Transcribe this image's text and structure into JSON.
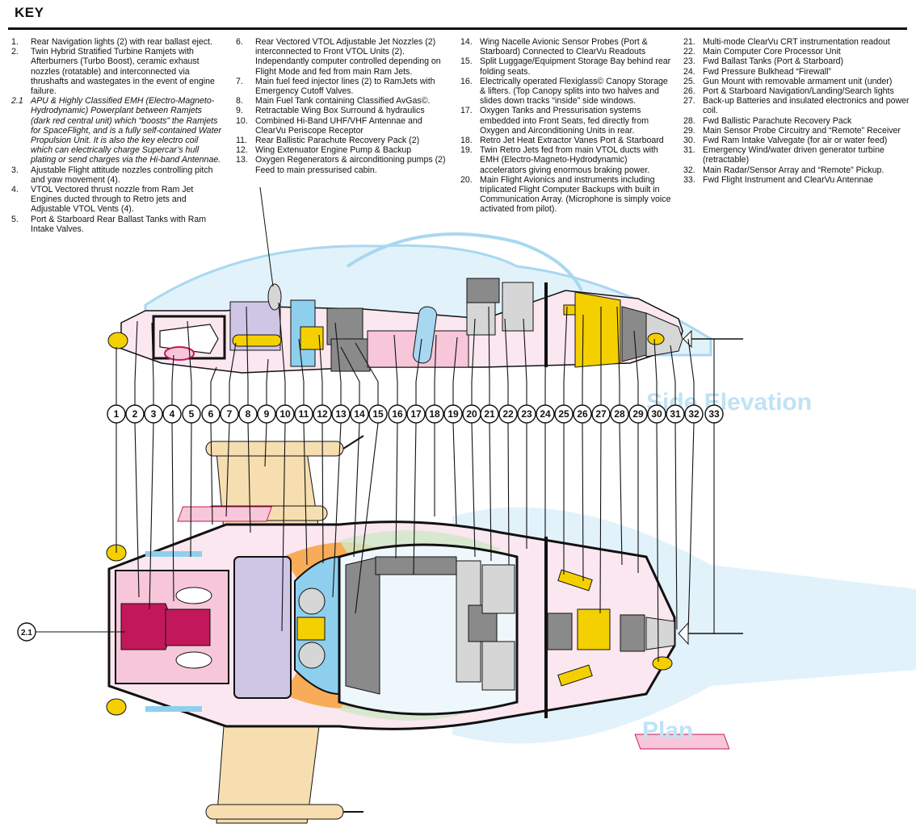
{
  "key": {
    "title": "KEY",
    "columns": [
      [
        {
          "num": "1.",
          "text": "Rear Navigation lights (2) with rear ballast eject."
        },
        {
          "num": "2.",
          "text": "Twin Hybrid Stratified Turbine Ramjets with Afterburners (Turbo Boost), ceramic exhaust nozzles (rotatable) and interconnected via thrushafts and wastegates in the event of engine failure."
        },
        {
          "num": "2.1",
          "text": "APU & Highly Classified EMH (Electro-Magneto-Hydrodynamic) Powerplant between Ramjets (dark red central unit) which “boosts” the Ramjets for SpaceFlight, and is a fully self-contained Water Propulsion Unit. It is also the key electro coil which can electrically charge Supercar’s hull plating or send charges via the Hi-band Antennae.",
          "italic": true
        },
        {
          "num": "3.",
          "text": "Ajustable Flight attitude nozzles controlling pitch and yaw movement (4)."
        },
        {
          "num": "4.",
          "text": "VTOL Vectored thrust nozzle from Ram Jet Engines ducted through to Retro jets and Adjustable VTOL Vents (4)."
        },
        {
          "num": "5.",
          "text": "Port & Starboard Rear Ballast Tanks with Ram Intake Valves."
        }
      ],
      [
        {
          "num": "6.",
          "text": "Rear Vectored VTOL Adjustable Jet Nozzles (2) interconnected to Front VTOL Units (2). Independantly computer controlled depending on Flight Mode and fed from main Ram Jets."
        },
        {
          "num": "7.",
          "text": "Main fuel feed injector lines (2) to RamJets with Emergency Cutoff Valves."
        },
        {
          "num": "8.",
          "text": "Main Fuel Tank containing Classified AvGas©."
        },
        {
          "num": "9.",
          "text": "Retractable Wing Box Surround & hydraulics"
        },
        {
          "num": "10.",
          "text": "Combined Hi-Band UHF/VHF Antennae and ClearVu Periscope Receptor"
        },
        {
          "num": "11.",
          "text": "Rear Ballistic Parachute Recovery Pack (2)"
        },
        {
          "num": "12.",
          "text": "Wing Extenuator Engine Pump & Backup"
        },
        {
          "num": "13.",
          "text": "Oxygen Regenerators & airconditioning pumps (2) Feed to main pressurised cabin."
        }
      ],
      [
        {
          "num": "14.",
          "text": "Wing Nacelle Avionic Sensor Probes (Port & Starboard) Connected to ClearVu Readouts"
        },
        {
          "num": "15.",
          "text": "Split Luggage/Equipment Storage Bay behind rear folding seats."
        },
        {
          "num": "16.",
          "text": "Electrically operated Flexiglass© Canopy Storage & lifters. (Top Canopy splits into two halves and slides down tracks “inside” side windows."
        },
        {
          "num": "17.",
          "text": "Oxygen Tanks and Pressurisation systems embedded into Front Seats, fed directly from Oxygen and Airconditioning Units in rear."
        },
        {
          "num": "18.",
          "text": "Retro Jet Heat Extractor Vanes Port & Starboard"
        },
        {
          "num": "19.",
          "text": "Twin Retro Jets fed from main VTOL ducts with EMH (Electro-Magneto-Hydrodynamic) accelerators giving enormous braking power."
        },
        {
          "num": "20.",
          "text": "Main Flight Avionics and instruments including triplicated Flight Computer Backups with built in Communication Array. (Microphone is simply voice activated from pilot)."
        }
      ],
      [
        {
          "num": "21.",
          "text": "Multi-mode ClearVu CRT instrumentation readout"
        },
        {
          "num": "22.",
          "text": "Main Computer Core Processor Unit"
        },
        {
          "num": "23.",
          "text": "Fwd Ballast Tanks (Port & Starboard)"
        },
        {
          "num": "24.",
          "text": "Fwd Pressure Bulkhead “Firewall”"
        },
        {
          "num": "25.",
          "text": "Gun Mount with removable armament unit (under)"
        },
        {
          "num": "26.",
          "text": "Port & Starboard Navigation/Landing/Search lights"
        },
        {
          "num": "27.",
          "text": "Back-up Batteries and insulated electronics and power coil."
        },
        {
          "num": "28.",
          "text": "Fwd Ballistic Parachute Recovery Pack"
        },
        {
          "num": "29.",
          "text": "Main Sensor Probe Circuitry and “Remote” Receiver"
        },
        {
          "num": "30.",
          "text": "Fwd Ram Intake Valvegate (for air or water feed)"
        },
        {
          "num": "31.",
          "text": "Emergency Wind/water driven generator turbine (retractable)"
        },
        {
          "num": "32.",
          "text": "Main Radar/Sensor Array and “Remote” Pickup."
        },
        {
          "num": "33.",
          "text": "Fwd Flight Instrument and ClearVu Antennae"
        }
      ]
    ]
  },
  "diagram": {
    "side_label": "Side Elevation",
    "plan_label": "Plan",
    "callouts": [
      "1",
      "2",
      "3",
      "4",
      "5",
      "6",
      "7",
      "8",
      "9",
      "10",
      "11",
      "12",
      "13",
      "14",
      "15",
      "16",
      "17",
      "18",
      "19",
      "20",
      "21",
      "22",
      "23",
      "24",
      "25",
      "26",
      "27",
      "28",
      "29",
      "30",
      "31",
      "32",
      "33"
    ],
    "extra_callout": "2.1",
    "colors": {
      "outline": "#111111",
      "canopy": "#a8d8f0",
      "pink": "#f7c6d8",
      "magenta": "#c2185b",
      "lavender": "#cfc6e6",
      "grey": "#8a8a8a",
      "light_grey": "#d6d6d6",
      "yellow": "#f5d000",
      "tan": "#f6deb0",
      "orange": "#f7a13c",
      "light_blue": "#8ecfee",
      "green_tint": "#cfe8c8"
    }
  }
}
